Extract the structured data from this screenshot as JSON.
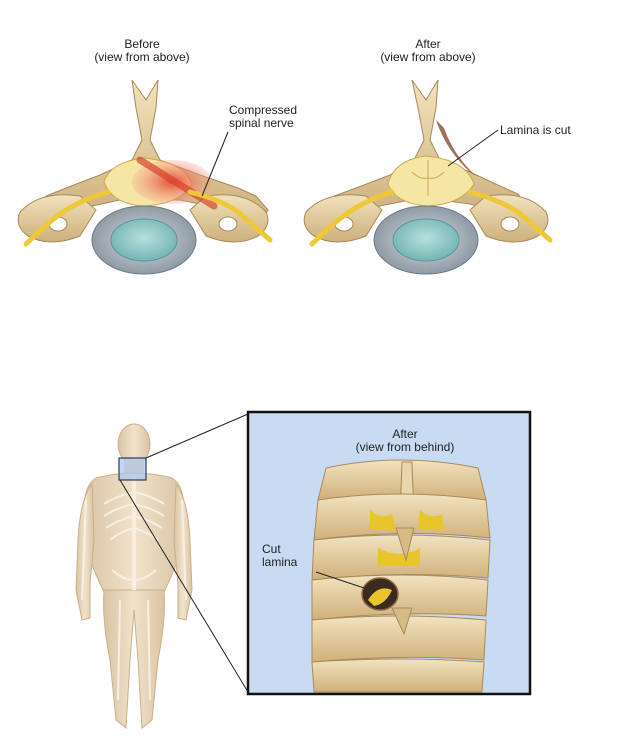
{
  "top_left": {
    "title_line1": "Before",
    "title_line2": "(view from above)",
    "callout_line1": "Compressed",
    "callout_line2": "spinal nerve"
  },
  "top_right": {
    "title_line1": "After",
    "title_line2": "(view from above)",
    "callout": "Lamina is cut"
  },
  "bottom": {
    "inset_title_line1": "After",
    "inset_title_line2": "(view from behind)",
    "callout_line1": "Cut",
    "callout_line2": "lamina"
  },
  "colors": {
    "bone": "#e8d5a8",
    "bone_shadow": "#b89a6a",
    "nerve": "#f0c93a",
    "cord": "#f6e6a6",
    "inflamed": "#e8503a",
    "disc_ring": "#a9b3bd",
    "disc_core": "#86c4c4",
    "inset_bg": "#c7d9f2"
  }
}
